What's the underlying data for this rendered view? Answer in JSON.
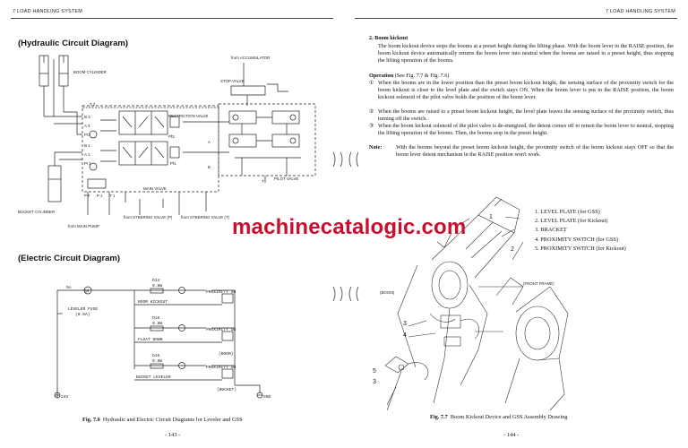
{
  "left_page": {
    "header": "7  LOAD HANDLING SYSTEM",
    "hydraulic_title": "(Hydraulic Circuit Diagram)",
    "electric_title": "(Electric Circuit Diagram)",
    "caption_label": "Fig. 7.6",
    "caption_text": "Hydraulic and Electric Circuit Diagrams for Leveler and GSS",
    "page_number": "- 143 -",
    "hydraulic_labels": {
      "boom_cylinder": "BOOM CYLINDER",
      "from_accumulator": "from ACCUMULATOR",
      "stop_valve": "STOP VALVE",
      "restriction_valve": "RESTRICTION VALVE",
      "main_valve": "MAIN VALVE",
      "pilot_valve": "PILOT VALVE",
      "bucket_cylinder": "BUCKET CYLINDER",
      "from_steering_p": "from STEERING VALVE (P)",
      "from_steering_t": "from STEERING VALVE (T)",
      "from_main_pump": "from MAIN PUMP",
      "port_t2": "T 2",
      "port_b3": "B 3",
      "port_a3": "A 3",
      "port_pr3": "Pr3",
      "port_b1": "B 1",
      "port_a1": "A 1",
      "port_pi1": "Pi 1",
      "port_pf3": "Pf3",
      "port_pf1": "Pf1",
      "port_pf": "P F",
      "port_p1": "P 1",
      "port_t1": "T 1",
      "port_a": "A",
      "port_b": "B",
      "port_t": "T"
    },
    "electric_labels": {
      "fuse_rating": "5A",
      "leveler_fuse": "LEVELER FUSE",
      "leveler_fuse_rating": "(0.5A)",
      "d14": "D14",
      "d15": "D15",
      "d16": "D16",
      "wire1": "0.8W",
      "wire2": "0.8W",
      "wire3": "0.8W",
      "node_q": "Q4",
      "prox_sw_1": "PROXIMITY SW",
      "prox_sw_2": "PROXIMITY SW",
      "prox_sw_3": "PROXIMITY SW",
      "boom_kickout": "BOOM KICKOUT",
      "float_down": "FLOAT DOWN",
      "bucket_leveler": "BUCKET LEVELER",
      "boom_tag": "(BOOM)",
      "bucket_tag": "(BUCKET)",
      "v24": "24V",
      "gnd": "GND"
    }
  },
  "right_page": {
    "header": "7  LOAD HANDLING SYSTEM",
    "section_heading": "2.  Boom kickout",
    "intro": "The boom kickout device stops the booms at a preset height during the lifting phase. With the boom lever in the RAISE position, the boom kickout device automatically returns the boom lever into neutral when the booms are raised to a preset height, thus stopping the lifting operation of the booms.",
    "operation_heading": "Operation",
    "operation_ref": " (See Fig. 7.7 & Fig. 7.6)",
    "steps": [
      "When the booms are in the lower position than the preset boom kickout height, the sensing surface of the proximity switch for the boom kickout is close to the level plate and the switch stays ON. When the boom lever is put in the RAISE position, the boom kickout solenoid of the pilot valve holds the position of the boom lever.",
      "When the booms are raised to a preset boom kickout height, the level plate leaves the sensing surface of the proximity switch, thus turning off the switch.",
      "When the boom kickout solenoid of the pilot valve is de-energized, the detent comes off to return the boom lever to neutral, stopping the lifting operation of the booms. Then, the booms stop in the preset height."
    ],
    "step_marks": [
      "①",
      "②",
      "③"
    ],
    "note_label": "Note:",
    "note_text": "With the booms beyond the preset boom kickout height, the proximity switch of the boom kickout stays OFF so that the boom lever detent mechanism in the RAISE position won't work.",
    "parts_list": [
      "1.  LEVEL PLATE (for GSS)",
      "2.  LEVEL PLATE (for Kickout)",
      "3.  BRACKET",
      "4.  PROXIMITY SWITCH (for GSS)",
      "5.  PROXIMITY SWITCH (for Kickout)"
    ],
    "drawing_labels": {
      "front_frame": "(FRONT FRAME)",
      "boom": "(BOOM)",
      "n1": "1",
      "n2": "2",
      "n3a": "3",
      "n4": "4",
      "n5": "5",
      "n3b": "3"
    },
    "caption_label": "Fig. 7.7",
    "caption_text": "Boom Kickout Device and GSS Assembly Drawing",
    "page_number": "- 144 -"
  },
  "watermark": "machinecatalogic.com",
  "colors": {
    "watermark": "#c8102e",
    "ink": "#111111",
    "paper": "#ffffff"
  }
}
